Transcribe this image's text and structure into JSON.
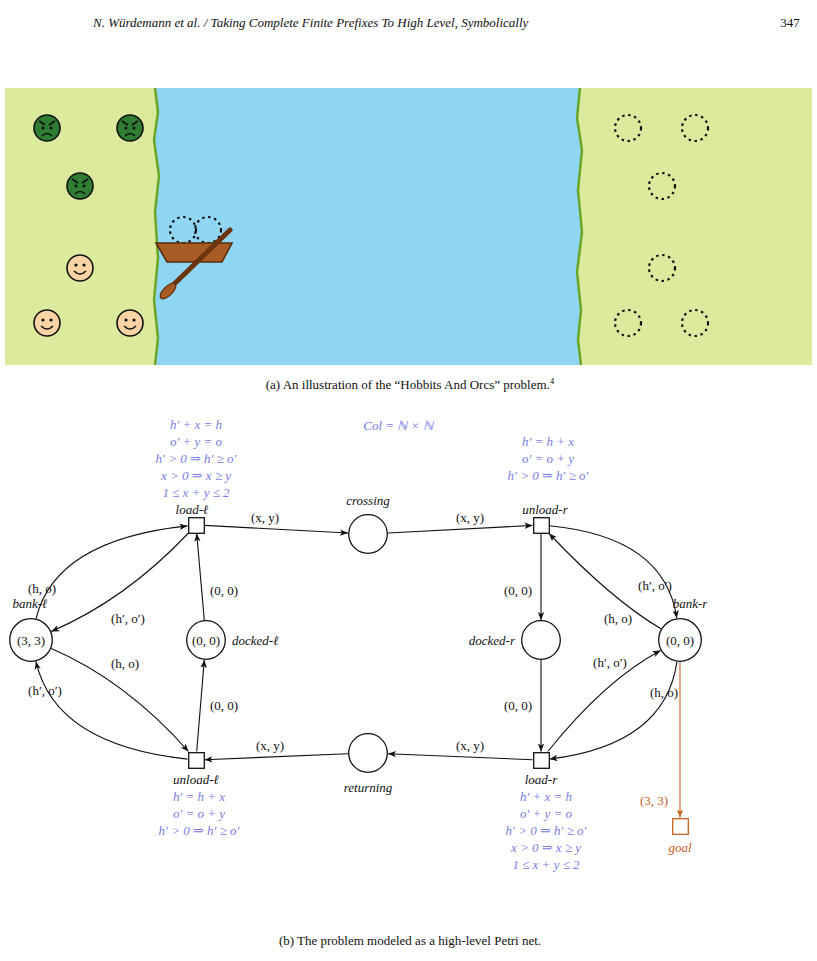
{
  "diagram": {
    "nodes": [
      {
        "text": [
          "h′ + x = h",
          "o′ + y = o",
          "h′ > 0 ⇒ h′ ≥ o′",
          "x > 0 ⇒ x ≥ y",
          "1 ≤ x + y ≤ 2",
          "load-ℓ"
        ]
      },
      {
        "text": [
          "crossing"
        ]
      },
      {
        "text": [
          "h′ = h + x",
          "o′ = o + y",
          "h′ > 0 ⇒ h′ ≥ o′",
          "unload-r"
        ]
      },
      {
        "text": [
          "bank-ℓ",
          "(3, 3)"
        ]
      },
      {
        "text": [
          "(0, 0)",
          "docked-ℓ"
        ]
      },
      {
        "text": [
          "docked-r"
        ]
      },
      {
        "text": [
          "(0, 0)",
          "bank-r"
        ]
      },
      {
        "text": [
          "unload-ℓ",
          "h′ = h + x",
          "o′ = o + y",
          "h′ > 0 ⇒ h′ ≥ o′"
        ]
      },
      {
        "text": [
          "returning"
        ]
      },
      {
        "text": [
          "load-r",
          "h′ + x = h",
          "o′ + y = o",
          "h′ > 0 ⇒ h′ ≥ o′",
          "x > 0 ⇒ x ≥ y",
          "1 ≤ x + y ≤ 2"
        ]
      },
      {
        "text": [
          "goal"
        ]
      }
    ],
    "edges": [
      {
        "from": 3,
        "to": 0,
        "label": "(h, o)",
        "arrow": "to"
      },
      {
        "from": 0,
        "to": 3,
        "label": "(h′, o′)",
        "arrow": "to"
      },
      {
        "from": 4,
        "to": 0,
        "label": "(0, 0)",
        "arrow": "to"
      },
      {
        "from": 0,
        "to": 1,
        "label": "(x, y)",
        "arrow": "to"
      },
      {
        "from": 1,
        "to": 2,
        "label": "(x, y)",
        "arrow": "to"
      },
      {
        "from": 2,
        "to": 5,
        "label": "(0, 0)",
        "arrow": "to"
      },
      {
        "from": 6,
        "to": 2,
        "label": "(h, o)",
        "arrow": "to"
      },
      {
        "from": 2,
        "to": 6,
        "label": "(h′, o′)",
        "arrow": "to"
      },
      {
        "from": 5,
        "to": 9,
        "label": "(0, 0)",
        "arrow": "to"
      },
      {
        "from": 6,
        "to": 9,
        "label": "(h, o)",
        "arrow": "to"
      },
      {
        "from": 9,
        "to": 6,
        "label": "(h′, o′)",
        "arrow": "to"
      },
      {
        "from": 9,
        "to": 8,
        "label": "(x, y)",
        "arrow": "to"
      },
      {
        "from": 8,
        "to": 7,
        "label": "(x, y)",
        "arrow": "to"
      },
      {
        "from": 7,
        "to": 4,
        "label": "(0, 0)",
        "arrow": "to"
      },
      {
        "from": 3,
        "to": 7,
        "label": "(h, o)",
        "arrow": "to"
      },
      {
        "from": 7,
        "to": 3,
        "label": "(h′, o′)",
        "arrow": "to"
      },
      {
        "from": 6,
        "to": 10,
        "label": "(3, 3)",
        "arrow": "to"
      }
    ],
    "labels": [
      "N. Würdemann et al. / Taking Complete Finite Prefixes To High Level, Symbolically",
      "347",
      "(a) An illustration of the “Hobbits And Orcs” problem.",
      "4",
      "Col = ℕ × ℕ",
      "(b) The problem modeled as a high-level Petri net."
    ]
  }
}
